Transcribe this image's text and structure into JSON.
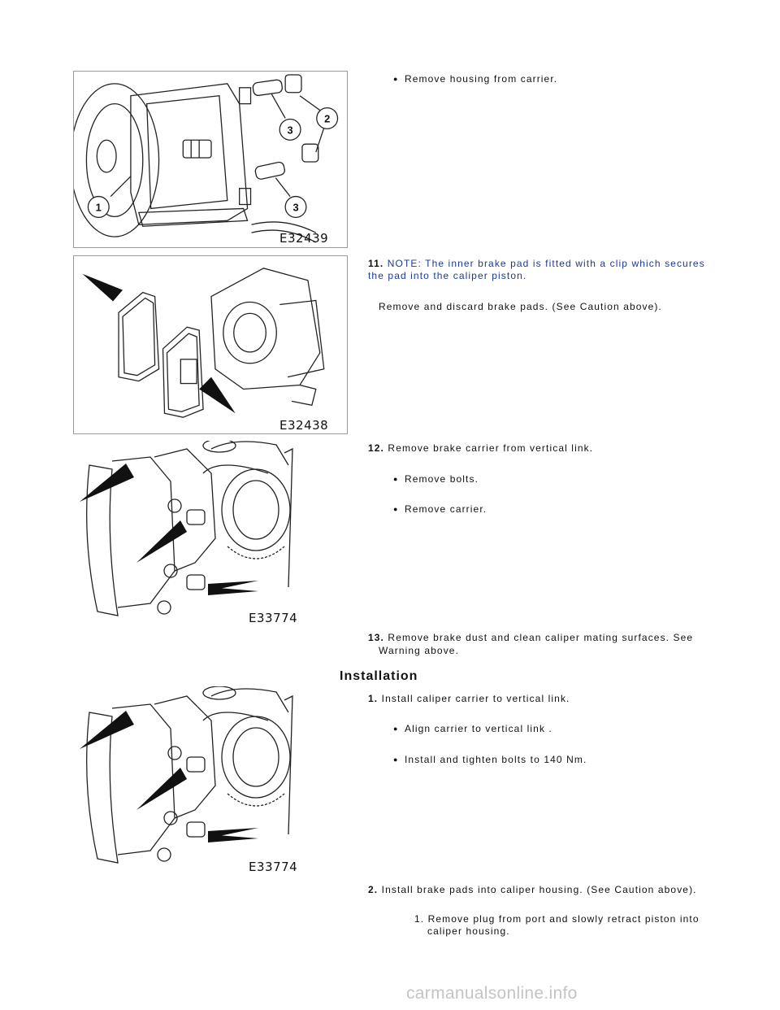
{
  "figures": {
    "fig1": {
      "label": "E32439",
      "callouts": [
        "1",
        "2",
        "3",
        "3"
      ]
    },
    "fig2": {
      "label": "E32438"
    },
    "fig3": {
      "label": "E33774"
    },
    "fig4": {
      "label": "E33774"
    }
  },
  "steps": {
    "s10_bullet": "Remove housing from carrier.",
    "s11_num": "11.",
    "s11_note_line1": "NOTE: The inner brake pad is fitted with a clip which secures",
    "s11_note_line2": "the pad into the caliper piston.",
    "s11_text": "Remove and discard brake pads. (See Caution above).",
    "s12_num": "12.",
    "s12_text": "Remove brake carrier from vertical link.",
    "s12_b1": "Remove bolts.",
    "s12_b2": "Remove carrier.",
    "s13_num": "13.",
    "s13_line1": "Remove brake dust and clean caliper mating surfaces. See",
    "s13_line2": "Warning above."
  },
  "installation": {
    "heading": "Installation",
    "i1_num": "1.",
    "i1_text": "Install caliper carrier to vertical link.",
    "i1_b1": "Align carrier to vertical link .",
    "i1_b2": "Install and tighten bolts to 140 Nm.",
    "i2_num": "2.",
    "i2_text": "Install brake pads into caliper housing. (See Caution above).",
    "i2_sub1_line1": "1. Remove plug from port and slowly retract piston into",
    "i2_sub1_line2": "caliper housing."
  },
  "watermark": "carmanualsonline.info"
}
